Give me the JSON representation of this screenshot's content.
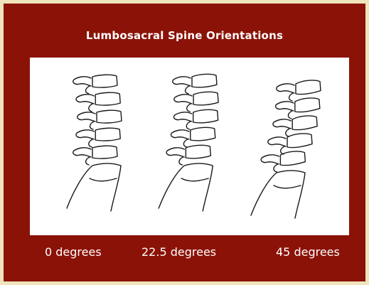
{
  "title": "Lumbosacral Spine Orientations",
  "orientations": [
    {
      "label": "0 degrees",
      "angle_degrees": 0
    },
    {
      "label": "22.5 degrees",
      "angle_degrees": 22.5
    },
    {
      "label": "45 degrees",
      "angle_degrees": 45
    }
  ],
  "colors": {
    "background": "#f0e4bc",
    "panel": "#8b1207",
    "figure_background": "#ffffff",
    "line": "#1a1a1a",
    "text": "#ffffff"
  }
}
